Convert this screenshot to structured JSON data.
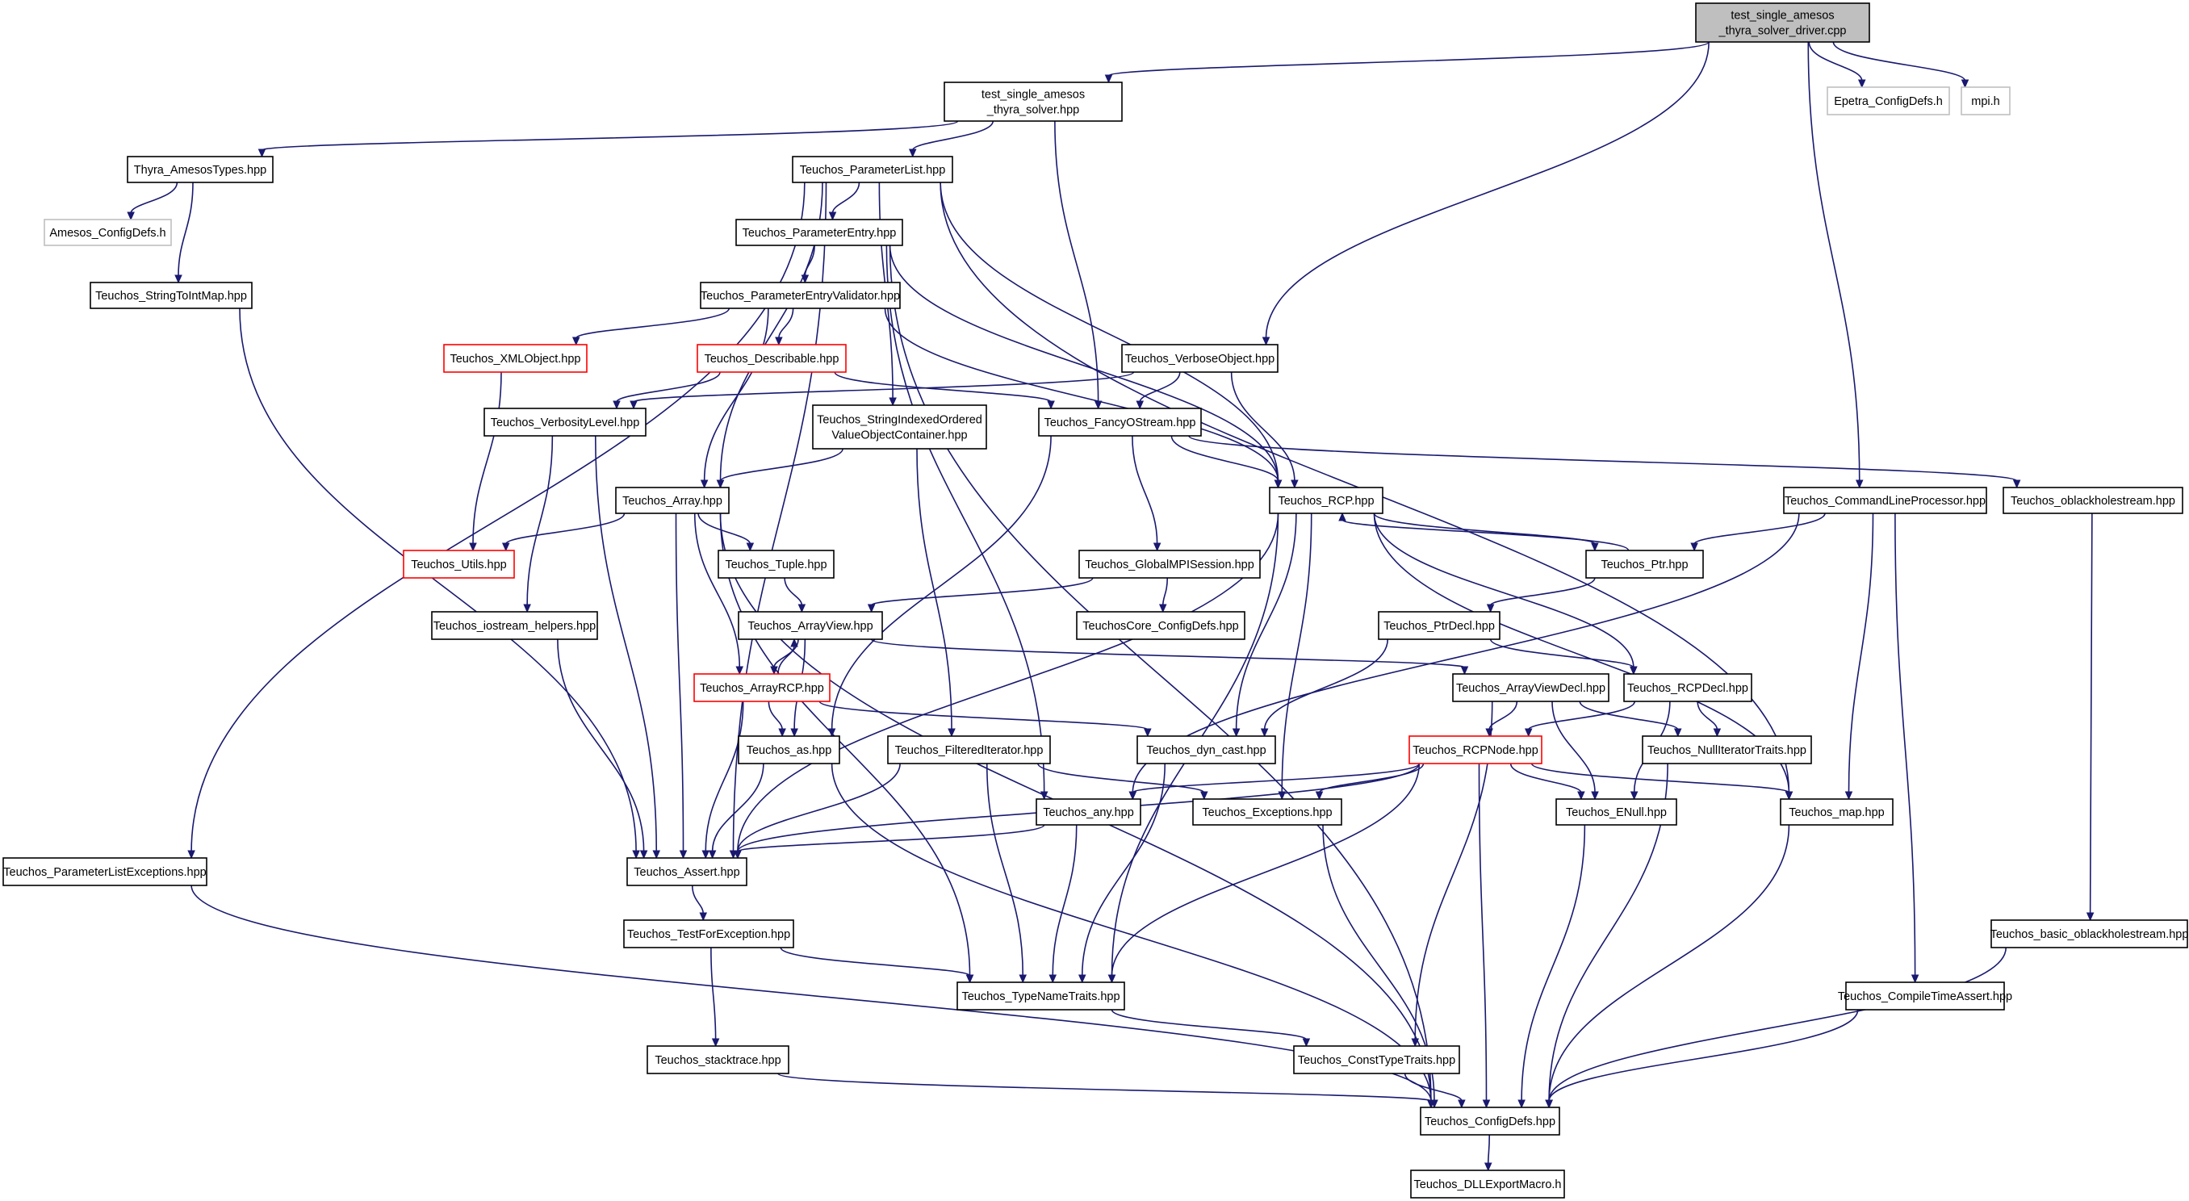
{
  "nodes": [
    {
      "id": "root",
      "lines": [
        "test_single_amesos",
        "_thyra_solver_driver.cpp"
      ],
      "style": "root"
    },
    {
      "id": "tsats",
      "lines": [
        "test_single_amesos",
        "_thyra_solver.hpp"
      ],
      "style": "normal"
    },
    {
      "id": "epetra_cfg",
      "lines": [
        "Epetra_ConfigDefs.h"
      ],
      "style": "missing"
    },
    {
      "id": "mpi",
      "lines": [
        "mpi.h"
      ],
      "style": "missing"
    },
    {
      "id": "thyra_amesos",
      "lines": [
        "Thyra_AmesosTypes.hpp"
      ],
      "style": "normal"
    },
    {
      "id": "paramlist",
      "lines": [
        "Teuchos_ParameterList.hpp"
      ],
      "style": "normal"
    },
    {
      "id": "amesos_cfg",
      "lines": [
        "Amesos_ConfigDefs.h"
      ],
      "style": "missing"
    },
    {
      "id": "paramentry",
      "lines": [
        "Teuchos_ParameterEntry.hpp"
      ],
      "style": "normal"
    },
    {
      "id": "str2int",
      "lines": [
        "Teuchos_StringToIntMap.hpp"
      ],
      "style": "normal"
    },
    {
      "id": "pev",
      "lines": [
        "Teuchos_ParameterEntryValidator.hpp"
      ],
      "style": "normal"
    },
    {
      "id": "xmlobj",
      "lines": [
        "Teuchos_XMLObject.hpp"
      ],
      "style": "truncated"
    },
    {
      "id": "describable",
      "lines": [
        "Teuchos_Describable.hpp"
      ],
      "style": "truncated"
    },
    {
      "id": "verboseobj",
      "lines": [
        "Teuchos_VerboseObject.hpp"
      ],
      "style": "normal"
    },
    {
      "id": "verblevel",
      "lines": [
        "Teuchos_VerbosityLevel.hpp"
      ],
      "style": "normal"
    },
    {
      "id": "sivoc",
      "lines": [
        "Teuchos_StringIndexedOrdered",
        "ValueObjectContainer.hpp"
      ],
      "style": "normal"
    },
    {
      "id": "fancy",
      "lines": [
        "Teuchos_FancyOStream.hpp"
      ],
      "style": "normal"
    },
    {
      "id": "array",
      "lines": [
        "Teuchos_Array.hpp"
      ],
      "style": "normal"
    },
    {
      "id": "rcp",
      "lines": [
        "Teuchos_RCP.hpp"
      ],
      "style": "normal"
    },
    {
      "id": "clp",
      "lines": [
        "Teuchos_CommandLineProcessor.hpp"
      ],
      "style": "normal"
    },
    {
      "id": "oblack",
      "lines": [
        "Teuchos_oblackholestream.hpp"
      ],
      "style": "normal"
    },
    {
      "id": "utils",
      "lines": [
        "Teuchos_Utils.hpp"
      ],
      "style": "truncated"
    },
    {
      "id": "tuple",
      "lines": [
        "Teuchos_Tuple.hpp"
      ],
      "style": "normal"
    },
    {
      "id": "gmpi",
      "lines": [
        "Teuchos_GlobalMPISession.hpp"
      ],
      "style": "normal"
    },
    {
      "id": "ptr",
      "lines": [
        "Teuchos_Ptr.hpp"
      ],
      "style": "normal"
    },
    {
      "id": "iostreamh",
      "lines": [
        "Teuchos_iostream_helpers.hpp"
      ],
      "style": "normal"
    },
    {
      "id": "arrayview",
      "lines": [
        "Teuchos_ArrayView.hpp"
      ],
      "style": "normal"
    },
    {
      "id": "corecfg",
      "lines": [
        "TeuchosCore_ConfigDefs.hpp"
      ],
      "style": "normal"
    },
    {
      "id": "ptrdecl",
      "lines": [
        "Teuchos_PtrDecl.hpp"
      ],
      "style": "normal"
    },
    {
      "id": "arrayrcp",
      "lines": [
        "Teuchos_ArrayRCP.hpp"
      ],
      "style": "truncated"
    },
    {
      "id": "avdecl",
      "lines": [
        "Teuchos_ArrayViewDecl.hpp"
      ],
      "style": "normal"
    },
    {
      "id": "rcpdecl",
      "lines": [
        "Teuchos_RCPDecl.hpp"
      ],
      "style": "normal"
    },
    {
      "id": "as",
      "lines": [
        "Teuchos_as.hpp"
      ],
      "style": "normal"
    },
    {
      "id": "filtiter",
      "lines": [
        "Teuchos_FilteredIterator.hpp"
      ],
      "style": "normal"
    },
    {
      "id": "dyncast",
      "lines": [
        "Teuchos_dyn_cast.hpp"
      ],
      "style": "normal"
    },
    {
      "id": "rcpnode",
      "lines": [
        "Teuchos_RCPNode.hpp"
      ],
      "style": "truncated"
    },
    {
      "id": "nulliter",
      "lines": [
        "Teuchos_NullIteratorTraits.hpp"
      ],
      "style": "normal"
    },
    {
      "id": "any",
      "lines": [
        "Teuchos_any.hpp"
      ],
      "style": "normal"
    },
    {
      "id": "exceptions",
      "lines": [
        "Teuchos_Exceptions.hpp"
      ],
      "style": "normal"
    },
    {
      "id": "enull",
      "lines": [
        "Teuchos_ENull.hpp"
      ],
      "style": "normal"
    },
    {
      "id": "map",
      "lines": [
        "Teuchos_map.hpp"
      ],
      "style": "normal"
    },
    {
      "id": "plexc",
      "lines": [
        "Teuchos_ParameterListExceptions.hpp"
      ],
      "style": "normal"
    },
    {
      "id": "assert",
      "lines": [
        "Teuchos_Assert.hpp"
      ],
      "style": "normal"
    },
    {
      "id": "testforexc",
      "lines": [
        "Teuchos_TestForException.hpp"
      ],
      "style": "normal"
    },
    {
      "id": "basicob",
      "lines": [
        "Teuchos_basic_oblackholestream.hpp"
      ],
      "style": "normal"
    },
    {
      "id": "typename",
      "lines": [
        "Teuchos_TypeNameTraits.hpp"
      ],
      "style": "normal"
    },
    {
      "id": "cta",
      "lines": [
        "Teuchos_CompileTimeAssert.hpp"
      ],
      "style": "normal"
    },
    {
      "id": "stacktrace",
      "lines": [
        "Teuchos_stacktrace.hpp"
      ],
      "style": "normal"
    },
    {
      "id": "consttype",
      "lines": [
        "Teuchos_ConstTypeTraits.hpp"
      ],
      "style": "normal"
    },
    {
      "id": "cfgdefs",
      "lines": [
        "Teuchos_ConfigDefs.hpp"
      ],
      "style": "normal"
    },
    {
      "id": "dllexport",
      "lines": [
        "Teuchos_DLLExportMacro.h"
      ],
      "style": "normal"
    }
  ],
  "edges": [
    [
      "root",
      "tsats"
    ],
    [
      "root",
      "verboseobj"
    ],
    [
      "root",
      "epetra_cfg"
    ],
    [
      "root",
      "mpi"
    ],
    [
      "root",
      "clp"
    ],
    [
      "tsats",
      "thyra_amesos"
    ],
    [
      "tsats",
      "paramlist"
    ],
    [
      "tsats",
      "fancy"
    ],
    [
      "thyra_amesos",
      "amesos_cfg"
    ],
    [
      "thyra_amesos",
      "str2int"
    ],
    [
      "str2int",
      "assert"
    ],
    [
      "paramlist",
      "paramentry"
    ],
    [
      "paramlist",
      "sivoc"
    ],
    [
      "paramlist",
      "array"
    ],
    [
      "paramlist",
      "rcp"
    ],
    [
      "paramlist",
      "map"
    ],
    [
      "paramlist",
      "plexc"
    ],
    [
      "paramlist",
      "assert"
    ],
    [
      "paramentry",
      "pev"
    ],
    [
      "paramentry",
      "any"
    ],
    [
      "paramentry",
      "rcp"
    ],
    [
      "paramentry",
      "cfgdefs"
    ],
    [
      "pev",
      "xmlobj"
    ],
    [
      "pev",
      "describable"
    ],
    [
      "pev",
      "array"
    ],
    [
      "pev",
      "rcp"
    ],
    [
      "xmlobj",
      "utils"
    ],
    [
      "describable",
      "verblevel"
    ],
    [
      "describable",
      "fancy"
    ],
    [
      "verboseobj",
      "verblevel"
    ],
    [
      "verboseobj",
      "fancy"
    ],
    [
      "verboseobj",
      "rcp"
    ],
    [
      "verblevel",
      "iostreamh"
    ],
    [
      "verblevel",
      "assert"
    ],
    [
      "sivoc",
      "array"
    ],
    [
      "sivoc",
      "filtiter"
    ],
    [
      "fancy",
      "rcp"
    ],
    [
      "fancy",
      "gmpi"
    ],
    [
      "fancy",
      "oblack"
    ],
    [
      "fancy",
      "as"
    ],
    [
      "array",
      "utils"
    ],
    [
      "array",
      "tuple"
    ],
    [
      "array",
      "arrayrcp"
    ],
    [
      "array",
      "assert"
    ],
    [
      "array",
      "typename"
    ],
    [
      "array",
      "cfgdefs"
    ],
    [
      "rcp",
      "ptr"
    ],
    [
      "rcp",
      "rcpdecl"
    ],
    [
      "rcp",
      "dyncast"
    ],
    [
      "rcp",
      "exceptions"
    ],
    [
      "rcp",
      "typename"
    ],
    [
      "rcp",
      "assert"
    ],
    [
      "rcp",
      "map"
    ],
    [
      "clp",
      "ptr"
    ],
    [
      "clp",
      "any"
    ],
    [
      "clp",
      "map"
    ],
    [
      "clp",
      "cta"
    ],
    [
      "oblack",
      "basicob"
    ],
    [
      "tuple",
      "arrayview"
    ],
    [
      "gmpi",
      "corecfg"
    ],
    [
      "gmpi",
      "arrayview"
    ],
    [
      "ptr",
      "rcp"
    ],
    [
      "ptr",
      "ptrdecl"
    ],
    [
      "iostreamh",
      "assert"
    ],
    [
      "arrayview",
      "arrayrcp"
    ],
    [
      "arrayview",
      "avdecl"
    ],
    [
      "arrayview",
      "as"
    ],
    [
      "ptrdecl",
      "rcpdecl"
    ],
    [
      "ptrdecl",
      "dyncast"
    ],
    [
      "arrayrcp",
      "arrayview"
    ],
    [
      "arrayrcp",
      "as"
    ],
    [
      "arrayrcp",
      "dyncast"
    ],
    [
      "arrayrcp",
      "assert"
    ],
    [
      "avdecl",
      "rcpnode"
    ],
    [
      "avdecl",
      "enull"
    ],
    [
      "avdecl",
      "nulliter"
    ],
    [
      "avdecl",
      "consttype"
    ],
    [
      "rcpdecl",
      "rcpnode"
    ],
    [
      "rcpdecl",
      "enull"
    ],
    [
      "rcpdecl",
      "nulliter"
    ],
    [
      "as",
      "assert"
    ],
    [
      "as",
      "cfgdefs"
    ],
    [
      "filtiter",
      "assert"
    ],
    [
      "filtiter",
      "exceptions"
    ],
    [
      "filtiter",
      "typename"
    ],
    [
      "dyncast",
      "typename"
    ],
    [
      "rcpnode",
      "any"
    ],
    [
      "rcpnode",
      "exceptions"
    ],
    [
      "rcpnode",
      "enull"
    ],
    [
      "rcpnode",
      "map"
    ],
    [
      "rcpnode",
      "assert"
    ],
    [
      "rcpnode",
      "typename"
    ],
    [
      "rcpnode",
      "cfgdefs"
    ],
    [
      "nulliter",
      "cfgdefs"
    ],
    [
      "any",
      "assert"
    ],
    [
      "any",
      "typename"
    ],
    [
      "exceptions",
      "cfgdefs"
    ],
    [
      "enull",
      "cfgdefs"
    ],
    [
      "map",
      "cfgdefs"
    ],
    [
      "plexc",
      "cfgdefs"
    ],
    [
      "assert",
      "testforexc"
    ],
    [
      "testforexc",
      "typename"
    ],
    [
      "testforexc",
      "stacktrace"
    ],
    [
      "basicob",
      "cfgdefs"
    ],
    [
      "typename",
      "consttype"
    ],
    [
      "cta",
      "cfgdefs"
    ],
    [
      "stacktrace",
      "cfgdefs"
    ],
    [
      "consttype",
      "cfgdefs"
    ],
    [
      "cfgdefs",
      "dllexport"
    ]
  ],
  "colors": {
    "edge": "#191970",
    "root_fill": "#bfbfbf",
    "missing_border": "#bfbfbf",
    "truncated_border": "#ff0000",
    "node_border": "#000000"
  }
}
